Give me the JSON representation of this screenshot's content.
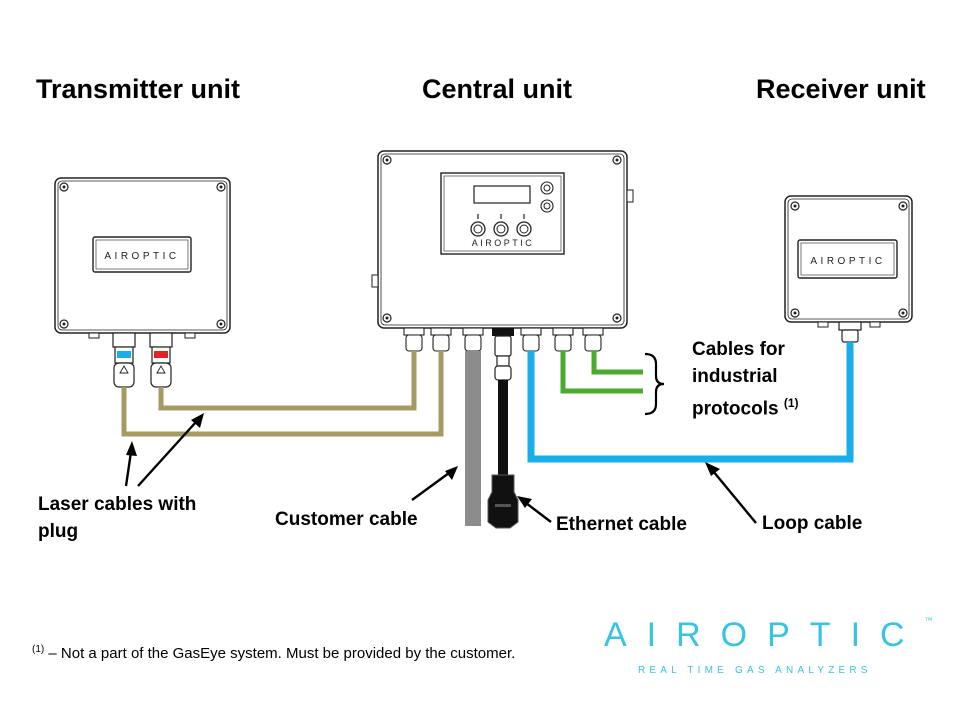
{
  "headings": {
    "transmitter": "Transmitter unit",
    "central": "Central unit",
    "receiver": "Receiver unit"
  },
  "unit_brand": "AIROPTIC",
  "labels": {
    "cables_industrial_line1": "Cables for",
    "cables_industrial_line2": "industrial",
    "cables_industrial_line3": "protocols",
    "cables_industrial_note": "(1)",
    "laser_cables_line1": "Laser cables with",
    "laser_cables_line2": "plug",
    "customer_cable": "Customer cable",
    "ethernet_cable": "Ethernet cable",
    "loop_cable": "Loop cable"
  },
  "footnote": {
    "marker": "(1)",
    "text": " – Not a part of the GasEye system. Must be provided by the customer."
  },
  "logo": {
    "name": "AIROPTIC",
    "trademark": "™",
    "tagline": "REAL TIME GAS ANALYZERS"
  },
  "colors": {
    "laser_cable": "#a49a62",
    "customer_cable": "#8c8c8c",
    "ethernet_cable": "#111111",
    "industrial_cables": "#4aab2c",
    "loop_cable": "#19aeea",
    "brand": "#37c3e6"
  }
}
